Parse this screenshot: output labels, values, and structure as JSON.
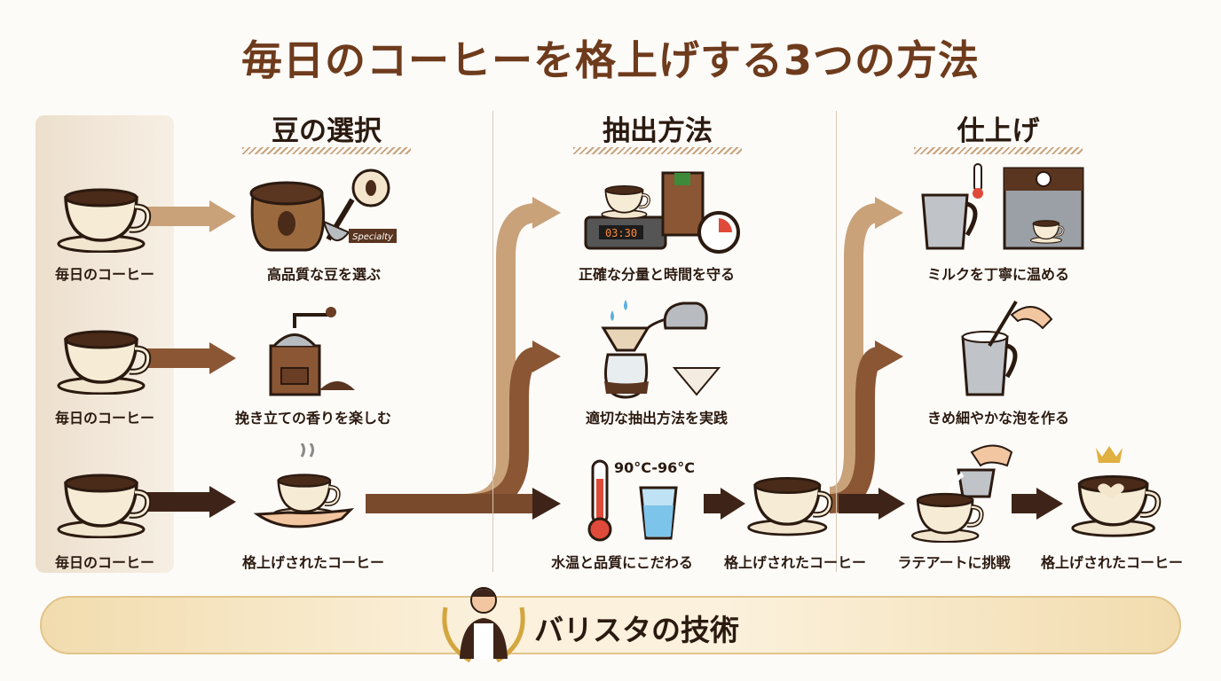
{
  "title": "毎日のコーヒーを格上げする3つの方法",
  "colors": {
    "title": "#6e3b1c",
    "arrow_light": "#c9a27a",
    "arrow_mid": "#8a5634",
    "arrow_dark": "#3e2418",
    "banner": "#f2dcae"
  },
  "left_column": {
    "items": [
      {
        "label": "毎日のコーヒー"
      },
      {
        "label": "毎日のコーヒー"
      },
      {
        "label": "毎日のコーヒー"
      }
    ]
  },
  "columns": [
    {
      "heading": "豆の選択",
      "items": [
        {
          "label": "高品質な豆を選ぶ",
          "icon": "coffee-bean-bag-icon",
          "badge_text": "Specialty"
        },
        {
          "label": "挽き立ての香りを楽しむ",
          "icon": "coffee-grinder-icon"
        },
        {
          "label": "格上げされたコーヒー",
          "icon": "hand-holding-cup-icon"
        }
      ]
    },
    {
      "heading": "抽出方法",
      "items": [
        {
          "label": "正確な分量と時間を守る",
          "icon": "scale-timer-icon",
          "scale_readout": "03:30"
        },
        {
          "label": "適切な抽出方法を実践",
          "icon": "pour-over-icon"
        },
        {
          "label": "水温と品質にこだわる",
          "icon": "thermometer-water-icon",
          "temperature": "90°C-96°C"
        },
        {
          "label": "格上げされたコーヒー",
          "icon": "coffee-cup-icon"
        }
      ]
    },
    {
      "heading": "仕上げ",
      "items": [
        {
          "label": "ミルクを丁寧に温める",
          "icon": "espresso-machine-icon"
        },
        {
          "label": "きめ細やかな泡を作る",
          "icon": "milk-frothing-icon"
        },
        {
          "label": "ラテアートに挑戦",
          "icon": "latte-pour-icon"
        },
        {
          "label": "格上げされたコーヒー",
          "icon": "latte-art-cup-icon"
        }
      ]
    }
  ],
  "banner": {
    "label": "バリスタの技術",
    "icon": "barista-icon"
  }
}
